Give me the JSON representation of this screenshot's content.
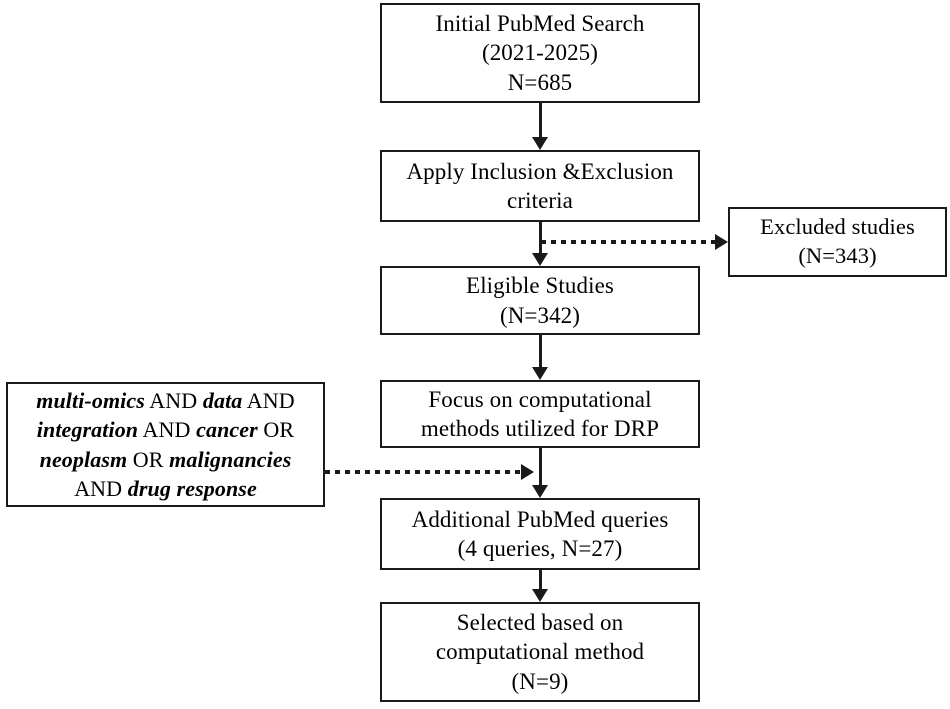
{
  "diagram": {
    "title": "PRISMA-style literature selection flowchart",
    "colors": {
      "stroke": "#1a1a1a",
      "background": "#ffffff",
      "text": "#000000"
    },
    "nodes": {
      "initial_search": {
        "line1": "Initial PubMed Search",
        "line2": "(2021-2025)",
        "line3": "N=685"
      },
      "criteria": {
        "line1": "Apply Inclusion &Exclusion",
        "line2": "criteria"
      },
      "excluded": {
        "line1": "Excluded studies",
        "line2": "(N=343)"
      },
      "eligible": {
        "line1": "Eligible Studies",
        "line2": "(N=342)"
      },
      "focus": {
        "line1": "Focus on computational",
        "line2": "methods utilized for DRP"
      },
      "additional": {
        "line1": "Additional PubMed queries",
        "line2": "(4 queries, N=27)"
      },
      "selected": {
        "line1": "Selected based on",
        "line2": "computational method",
        "line3": "(N=9)"
      },
      "query": {
        "l1_t1": "multi-omics",
        "l1_op1": " AND ",
        "l1_t2": "data",
        "l1_op2": " AND",
        "l2_t1": "integration",
        "l2_op1": " AND ",
        "l2_t2": "cancer",
        "l2_op2": " OR",
        "l3_t1": "neoplasm",
        "l3_op1": " OR ",
        "l3_t2": "malignancies",
        "l4_op1": "AND ",
        "l4_t1": "drug response"
      }
    },
    "connectors": [
      {
        "name": "initial-to-criteria",
        "style": "solid",
        "direction": "down"
      },
      {
        "name": "criteria-to-eligible",
        "style": "solid",
        "direction": "down"
      },
      {
        "name": "criteria-to-excluded",
        "style": "dotted",
        "direction": "right"
      },
      {
        "name": "eligible-to-focus",
        "style": "solid",
        "direction": "down"
      },
      {
        "name": "focus-to-additional",
        "style": "solid",
        "direction": "down"
      },
      {
        "name": "query-to-additional",
        "style": "dotted",
        "direction": "right"
      },
      {
        "name": "additional-to-selected",
        "style": "solid",
        "direction": "down"
      }
    ]
  }
}
